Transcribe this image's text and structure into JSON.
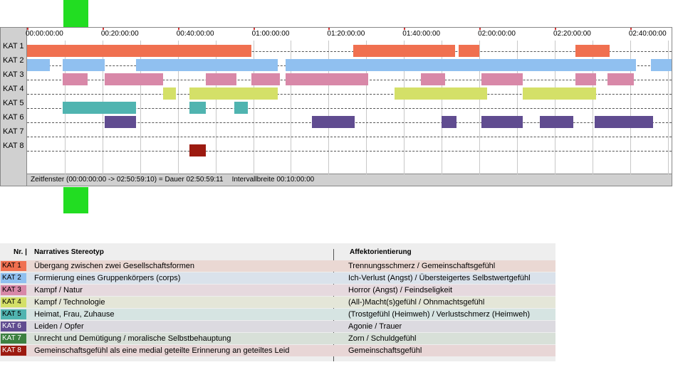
{
  "timeline": {
    "kat_labels": [
      "KAT 1",
      "KAT 2",
      "KAT 3",
      "KAT 4",
      "KAT 5",
      "KAT 6",
      "KAT 7",
      "KAT 8"
    ],
    "tick_labels": [
      "00:00:00:00",
      "00:20:00:00",
      "00:40:00:00",
      "01:00:00:00",
      "01:20:00:00",
      "01:40:00:00",
      "02:00:00:00",
      "02:20:00:00",
      "02:40:00:00"
    ],
    "total_minutes": 170.986,
    "colors": [
      "#f07050",
      "#90c0f0",
      "#d888a8",
      "#d4e068",
      "#50b4b0",
      "#604c90",
      "#3c8040",
      "#9c1a10"
    ],
    "segments_minutes": [
      [
        [
          0,
          59.5
        ],
        [
          86.5,
          113.5
        ],
        [
          114.5,
          120
        ],
        [
          145.5,
          154.5
        ]
      ],
      [
        [
          0,
          6
        ],
        [
          9.5,
          20.5
        ],
        [
          29,
          66.5
        ],
        [
          68.5,
          161.5
        ],
        [
          165.5,
          171
        ]
      ],
      [
        [
          9.5,
          16
        ],
        [
          20.5,
          36
        ],
        [
          47.5,
          55.5
        ],
        [
          59.5,
          67
        ],
        [
          68.5,
          90.5
        ],
        [
          104.5,
          111
        ],
        [
          120.5,
          131.5
        ],
        [
          145.5,
          151
        ],
        [
          154,
          161
        ]
      ],
      [
        [
          36,
          39.5
        ],
        [
          43,
          66.5
        ],
        [
          97.5,
          122
        ],
        [
          131.5,
          151
        ]
      ],
      [
        [
          9.5,
          29
        ],
        [
          43,
          47.5
        ],
        [
          55,
          58.5
        ]
      ],
      [
        [
          20.5,
          29
        ],
        [
          75.5,
          87
        ],
        [
          110,
          114
        ],
        [
          120.5,
          131.5
        ],
        [
          136,
          145
        ],
        [
          150.5,
          166
        ]
      ],
      [],
      [
        [
          43,
          47.5
        ]
      ]
    ],
    "status": {
      "window": "Zeitfenster (00:00:00:00 -> 02:50:59:10) = Dauer 02:50:59:11",
      "interval": "Intervallbreite 00:10:00:00"
    }
  },
  "legend": {
    "headers": {
      "nr": "Nr. |",
      "stereotype": "Narratives Stereotyp",
      "affect": "Affektorientierung"
    },
    "rows": [
      {
        "kat": "KAT 1",
        "stereotype": "Übergang zwischen zwei Gesellschaftsformen",
        "affect": "Trennungsschmerz / Gemeinschaftsgefühl",
        "color": "#f07050",
        "bg": "#ead8d3"
      },
      {
        "kat": "KAT 2",
        "stereotype": "Formierung eines Gruppenkörpers (corps)",
        "affect": "Ich-Verlust (Angst) / Übersteigertes Selbstwertgefühl",
        "color": "#90c0f0",
        "bg": "#dae2eb"
      },
      {
        "kat": "KAT 3",
        "stereotype": "Kampf / Natur",
        "affect": "Horror (Angst) / Feindseligkeit",
        "color": "#d888a8",
        "bg": "#e6d9de"
      },
      {
        "kat": "KAT 4",
        "stereotype": "Kampf / Technologie",
        "affect": "(All-)Macht(s)gefühl / Ohnmachtsgefühl",
        "color": "#d4e068",
        "bg": "#e4e6d8"
      },
      {
        "kat": "KAT 5",
        "stereotype": "Heimat, Frau, Zuhause",
        "affect": "(Trostgefühl (Heimweh) / Verlustschmerz (Heimweh)",
        "color": "#50b4b0",
        "bg": "#d6e4e2"
      },
      {
        "kat": "KAT 6",
        "stereotype": "Leiden / Opfer",
        "affect": "Agonie / Trauer",
        "color": "#604c90",
        "bg": "#dcdae0"
      },
      {
        "kat": "KAT 7",
        "stereotype": "Unrecht und Demütigung / moralische Selbstbehauptung",
        "affect": "Zorn / Schuldgefühl",
        "color": "#3c8040",
        "bg": "#d8e0d8"
      },
      {
        "kat": "KAT 8",
        "stereotype": "Gemeinschaftsgefühl als eine medial geteilte Erinnerung an geteiltes Leid",
        "affect": "Gemeinschaftsgefühl",
        "color": "#9c1a10",
        "bg": "#e8d6d6"
      }
    ]
  }
}
